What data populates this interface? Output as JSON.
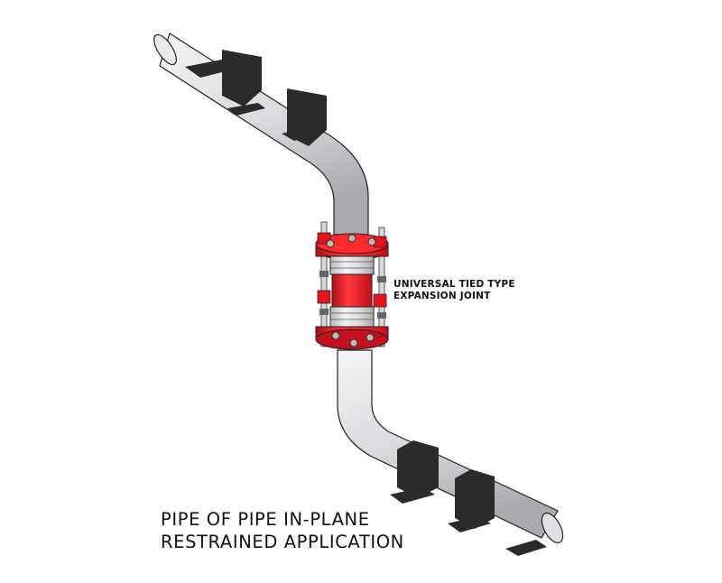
{
  "callout": {
    "line1": "UNIVERSAL TIED TYPE",
    "line2": "EXPANSION JOINT"
  },
  "caption": {
    "line1": "PIPE OF PIPE IN-PLANE",
    "line2": "RESTRAINED APPLICATION"
  },
  "colors": {
    "pipe": "#dcdde0",
    "pipe_edge": "#222222",
    "support": "#2b2b2b",
    "joint_red": "#e8141c",
    "hardware": "#d8d8d8"
  },
  "icons": {
    "pipe": "pipe-assembly",
    "support": "pipe-support-clamp",
    "joint": "expansion-joint"
  }
}
